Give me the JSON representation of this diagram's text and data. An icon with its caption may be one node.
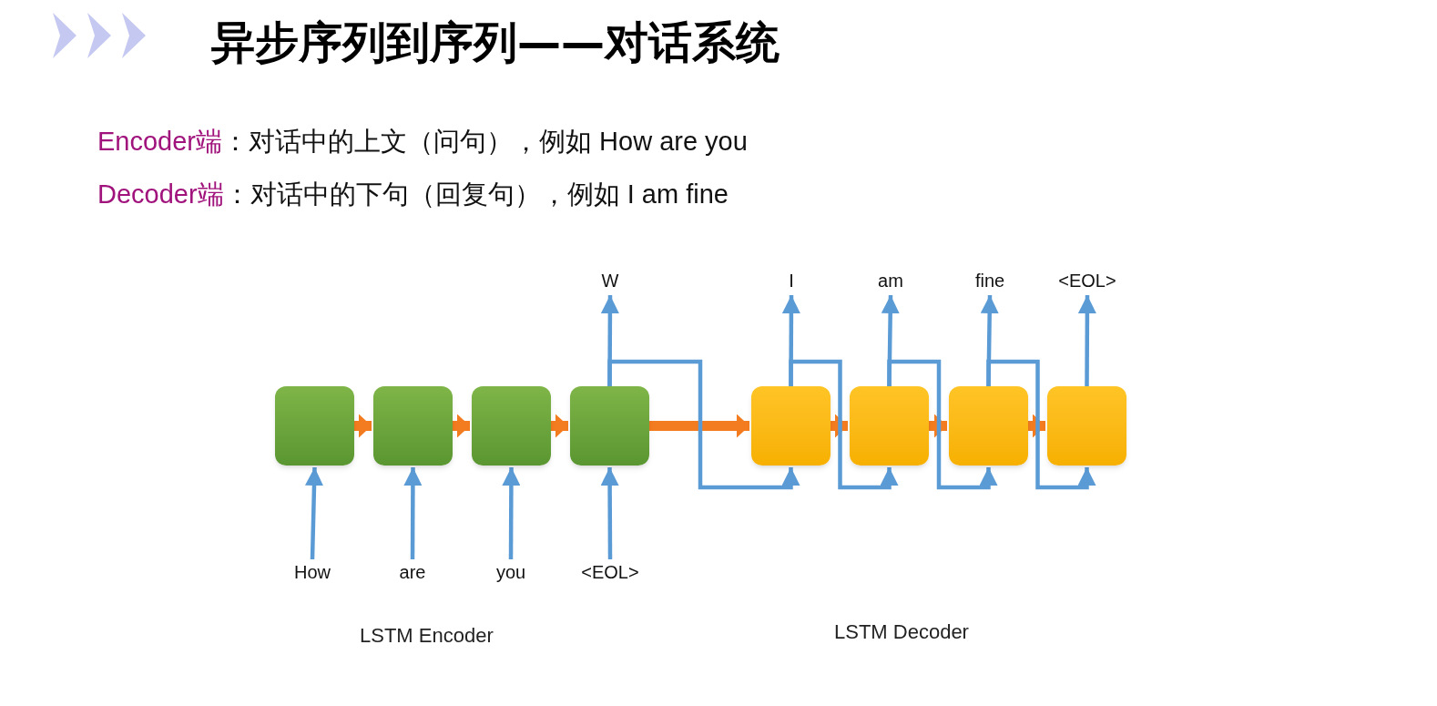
{
  "diagram": {
    "title": "异步序列到序列——对话系统",
    "nodes": [
      {
        "text": [],
        "shape": "box"
      },
      {
        "text": [],
        "shape": "box"
      },
      {
        "text": [],
        "shape": "box"
      },
      {
        "text": [],
        "shape": "box"
      },
      {
        "text": [],
        "shape": "box"
      },
      {
        "text": [],
        "shape": "box"
      },
      {
        "text": [],
        "shape": "box"
      },
      {
        "text": [],
        "shape": "box"
      },
      {
        "text": [
          "How"
        ]
      },
      {
        "text": [
          "are"
        ]
      },
      {
        "text": [
          "you"
        ]
      },
      {
        "text": [
          "<EOL>"
        ]
      },
      {
        "text": [
          "W"
        ]
      },
      {
        "text": [
          "I"
        ]
      },
      {
        "text": [
          "am"
        ]
      },
      {
        "text": [
          "fine"
        ]
      },
      {
        "text": [
          "<EOL>"
        ]
      }
    ],
    "edges": [
      {
        "from": 8,
        "to": 0,
        "arrow": "to"
      },
      {
        "from": 9,
        "to": 1,
        "arrow": "to"
      },
      {
        "from": 10,
        "to": 2,
        "arrow": "to"
      },
      {
        "from": 11,
        "to": 3,
        "arrow": "to"
      },
      {
        "from": 0,
        "to": 1,
        "arrow": "to",
        "style": "thick",
        "color": "#f47c20"
      },
      {
        "from": 1,
        "to": 2,
        "arrow": "to",
        "style": "thick",
        "color": "#f47c20"
      },
      {
        "from": 2,
        "to": 3,
        "arrow": "to",
        "style": "thick",
        "color": "#f47c20"
      },
      {
        "from": 3,
        "to": 4,
        "arrow": "to",
        "style": "thick",
        "color": "#f47c20"
      },
      {
        "from": 4,
        "to": 5,
        "arrow": "to",
        "style": "thick",
        "color": "#f47c20"
      },
      {
        "from": 5,
        "to": 6,
        "arrow": "to",
        "style": "thick",
        "color": "#f47c20"
      },
      {
        "from": 6,
        "to": 7,
        "arrow": "to",
        "style": "thick",
        "color": "#f47c20"
      },
      {
        "from": 3,
        "to": 12,
        "arrow": "to"
      },
      {
        "from": 4,
        "to": 13,
        "arrow": "to"
      },
      {
        "from": 5,
        "to": 14,
        "arrow": "to"
      },
      {
        "from": 6,
        "to": 15,
        "arrow": "to"
      },
      {
        "from": 7,
        "to": 16,
        "arrow": "to"
      },
      {
        "from": 3,
        "to": 4,
        "arrow": "to"
      },
      {
        "from": 4,
        "to": 5,
        "arrow": "to"
      },
      {
        "from": 5,
        "to": 6,
        "arrow": "to"
      },
      {
        "from": 6,
        "to": 7,
        "arrow": "to"
      }
    ],
    "labels": [
      "Encoder端",
      "：对话中的上文（问句），例如  How are you",
      "Decoder端",
      "：对话中的下句（回复句），例如  I am fine",
      "LSTM Encoder",
      "LSTM Decoder"
    ]
  }
}
